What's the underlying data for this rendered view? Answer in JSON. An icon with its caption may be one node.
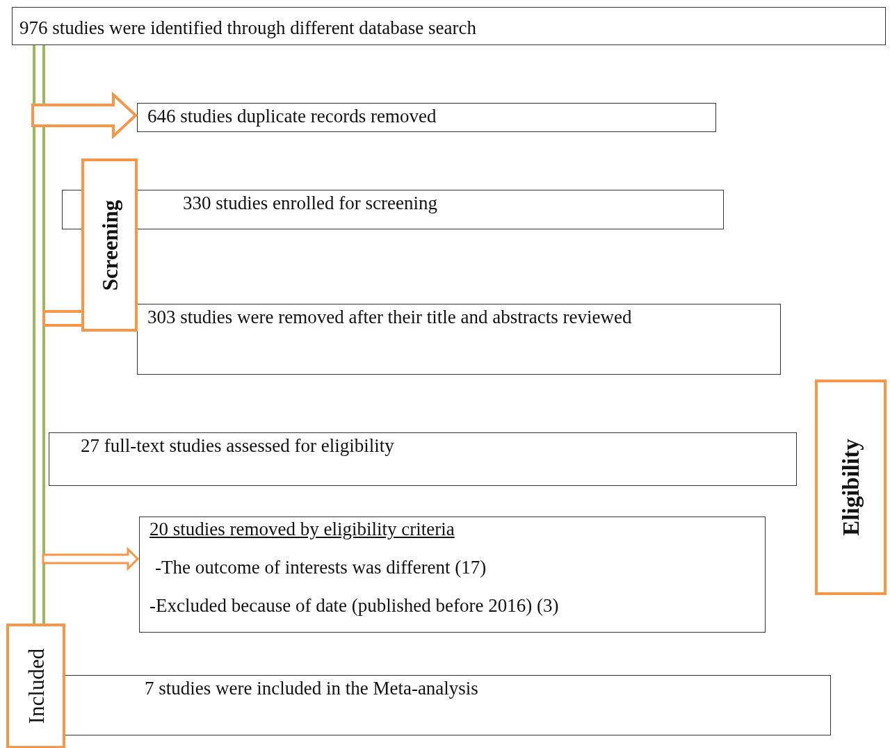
{
  "diagram": {
    "nodes": [
      {
        "text": [
          "976 studies were identified through different database search"
        ]
      },
      {
        "text": [
          "646 studies duplicate records removed"
        ]
      },
      {
        "text": [
          "Screening"
        ]
      },
      {
        "text": [
          "330 studies enrolled for screening"
        ]
      },
      {
        "text": [
          "303 studies were removed after their title and abstracts reviewed"
        ]
      },
      {
        "text": [
          "27 full-text studies assessed for eligibility"
        ]
      },
      {
        "text": [
          "Eligibility"
        ]
      },
      {
        "text": [
          "20 studies removed by eligibility criteria",
          "-The outcome of interests was different (17)",
          "-Excluded because of date (published before 2016) (3)"
        ]
      },
      {
        "text": [
          "Included"
        ]
      },
      {
        "text": [
          "7 studies were included in the Meta-analysis"
        ]
      }
    ],
    "edges": [
      {
        "from": 0,
        "to": 8,
        "arrow": "none",
        "color": "#9bbb59"
      },
      {
        "from": null,
        "to": 1,
        "arrow": "to"
      },
      {
        "from": null,
        "to": 4,
        "arrow": "to"
      },
      {
        "from": null,
        "to": 7,
        "arrow": "to"
      }
    ]
  }
}
